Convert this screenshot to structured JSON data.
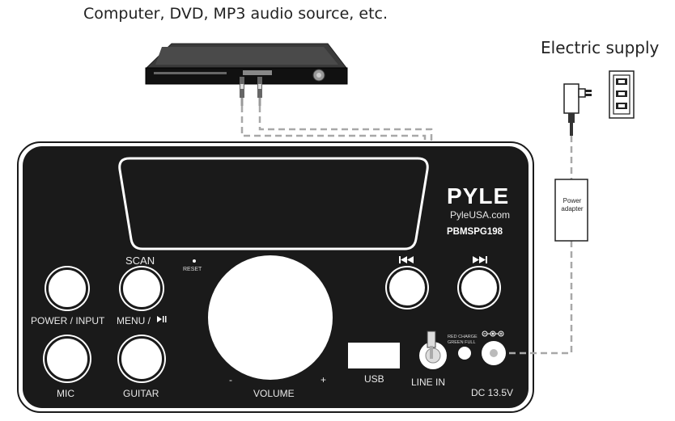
{
  "captions": {
    "source": "Computer, DVD, MP3 audio source, etc.",
    "electric": "Electric supply"
  },
  "brand": {
    "logo": "PYLE",
    "website": "PyleUSA.com",
    "model": "PBMSPG198"
  },
  "adapter": {
    "line1": "Power",
    "line2": "adapter"
  },
  "panel": {
    "scan": "SCAN",
    "reset": "RESET",
    "power_input": "POWER / INPUT",
    "menu": "MENU / ",
    "mic": "MIC",
    "guitar": "GUITAR",
    "volume": "VOLUME",
    "volume_minus": "-",
    "volume_plus": "+",
    "usb": "USB",
    "line_in": "LINE IN",
    "dc": "DC 13.5V",
    "charge_line1": "RED CHARGE",
    "charge_line2": "GREEN FULL"
  },
  "icons": {
    "prev": "previous-track-icon",
    "next": "next-track-icon",
    "play_pause": "play-pause-icon",
    "dc_polarity": "dc-polarity-icon",
    "plug": "wall-plug-icon",
    "outlet": "wall-outlet-icon"
  },
  "colors": {
    "panel": "#1a1a1a",
    "wire": "#a8a8a8",
    "background": "#ffffff"
  }
}
